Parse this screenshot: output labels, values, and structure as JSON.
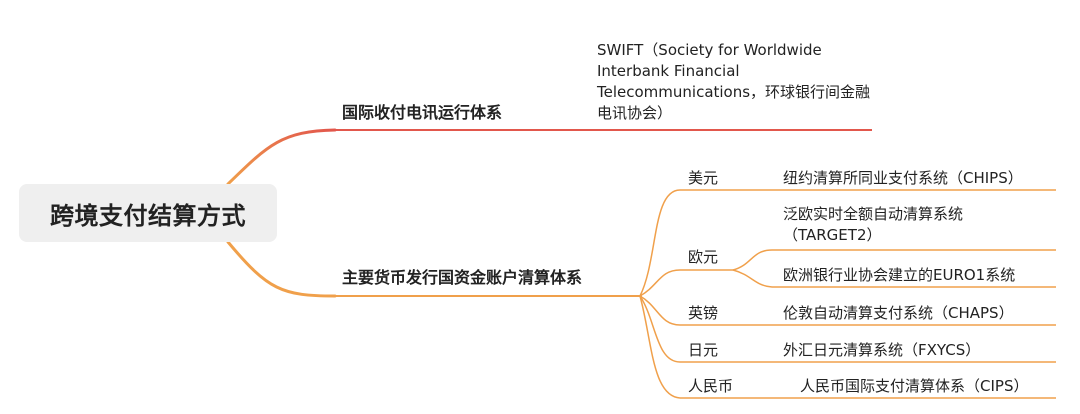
{
  "root": {
    "label": "跨境支付结算方式"
  },
  "branches": [
    {
      "label": "国际收付电讯运行体系",
      "color": "#e2574c",
      "children": [
        {
          "label": "SWIFT（Society for Worldwide Interbank Financial Telecommunications，环球银行间金融电讯协会）"
        }
      ]
    },
    {
      "label": "主要货币发行国资金账户清算体系",
      "color": "#f0a04b",
      "children": [
        {
          "label": "美元",
          "children": [
            {
              "label": "纽约清算所同业支付系统（CHIPS）"
            }
          ]
        },
        {
          "label": "欧元",
          "children": [
            {
              "label": "泛欧实时全额自动清算系统（TARGET2）"
            },
            {
              "label": "欧洲银行业协会建立的EURO1系统"
            }
          ]
        },
        {
          "label": "英镑",
          "children": [
            {
              "label": "伦敦自动清算支付系统（CHAPS）"
            }
          ]
        },
        {
          "label": "日元",
          "children": [
            {
              "label": "外汇日元清算系统（FXYCS）"
            }
          ]
        },
        {
          "label": "人民币",
          "children": [
            {
              "label": "人民币国际支付清算体系（CIPS）"
            }
          ]
        }
      ]
    }
  ]
}
